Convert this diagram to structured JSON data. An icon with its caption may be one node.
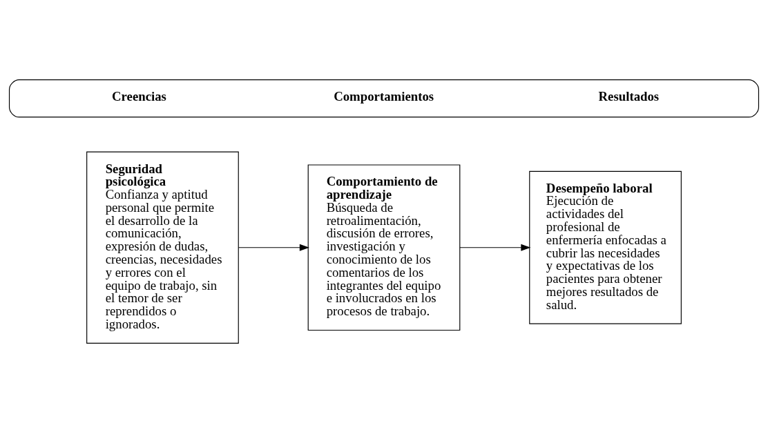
{
  "diagram": {
    "nodes": [
      {
        "text": [
          "Creencias",
          "Comportamientos",
          "Resultados"
        ]
      },
      {
        "text": [
          "Seguridad psicológica",
          "Confianza y aptitud personal que permite el desarrollo de la comunicación, expresión de dudas, creencias, necesidades y errores con el equipo de trabajo, sin el temor de ser reprendidos o ignorados."
        ]
      },
      {
        "text": [
          "Comportamiento de aprendizaje",
          "Búsqueda de retroalimentación, discusión de errores, investigación y conocimiento de los comentarios de los integrantes del equipo e involucrados en los procesos de trabajo."
        ]
      },
      {
        "text": [
          "Desempeño laboral",
          "Ejecución de actividades del profesional de enfermería enfocadas a cubrir las necesidades y expectativas de los pacientes para obtener mejores resultados de salud."
        ]
      }
    ],
    "edges": [
      {
        "from": 1,
        "to": 2,
        "arrow": "to"
      },
      {
        "from": 2,
        "to": 3,
        "arrow": "to"
      }
    ]
  }
}
